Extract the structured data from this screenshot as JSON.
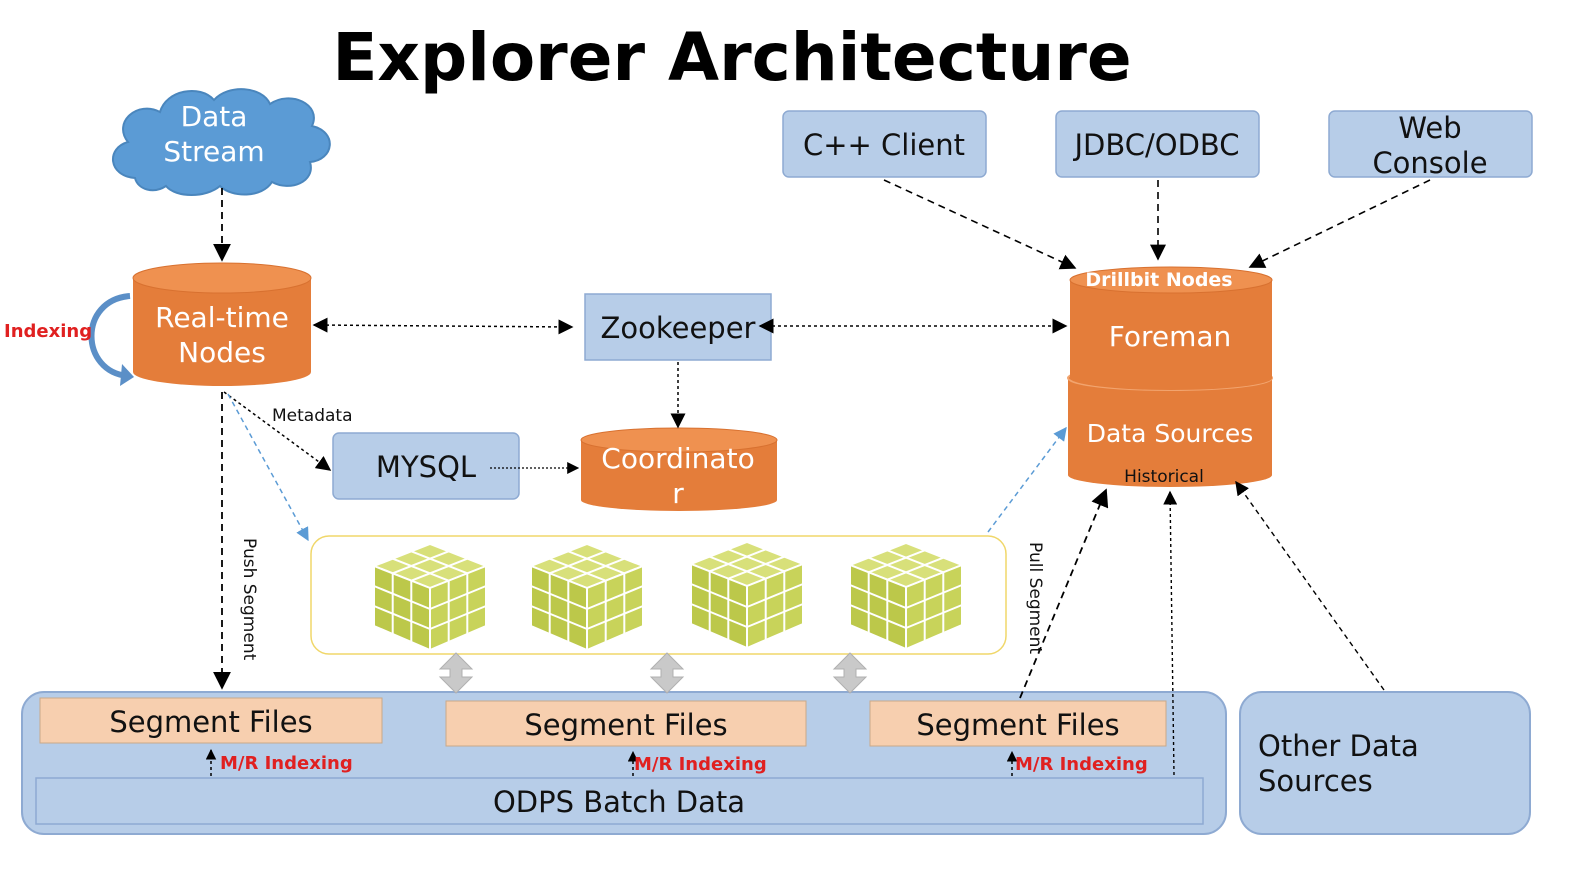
{
  "title": "Explorer Architecture",
  "colors": {
    "blue_box": "#b7cde8",
    "blue_border": "#8eaad2",
    "orange": "#e47d3a",
    "orange_top": "#ef9150",
    "salmon": "#f7cfaf",
    "cloud": "#5b9bd5",
    "cube": "#c8d35a",
    "red": "#e02020"
  },
  "nodes": {
    "data_stream": [
      "Data",
      "Stream"
    ],
    "realtime": [
      "Real-time",
      "Nodes"
    ],
    "zookeeper": "Zookeeper",
    "mysql": "MYSQL",
    "coordinator": [
      "Coordinato",
      "r"
    ],
    "cpp_client": "C++ Client",
    "jdbc": "JDBC/ODBC",
    "web_console": [
      "Web",
      "Console"
    ],
    "drillbit": "Drillbit Nodes",
    "foreman": "Foreman",
    "data_sources": "Data Sources",
    "historical": "Historical",
    "segment_files": [
      "Segment Files",
      "Segment Files",
      "Segment Files"
    ],
    "odps": "ODPS Batch Data",
    "other_sources": [
      "Other Data",
      "Sources"
    ]
  },
  "labels": {
    "indexing": "Indexing",
    "metadata": "Metadata",
    "push_segment": "Push Segment",
    "pull_segment": "Pull Segment",
    "mr_indexing": "M/R Indexing"
  },
  "icons": {
    "cloud": "cloud-icon",
    "cube": "segment-cube-icon",
    "double_arrow": "double-arrow-icon"
  }
}
